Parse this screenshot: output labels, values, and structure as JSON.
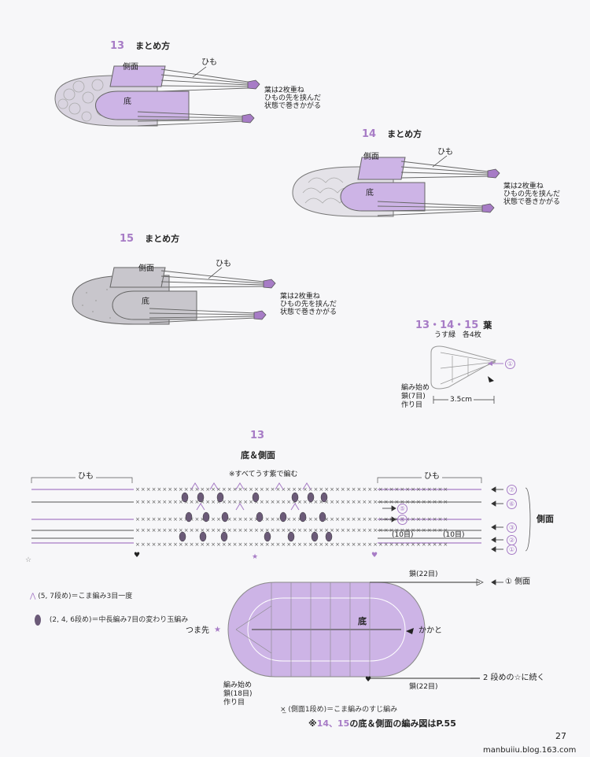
{
  "assembly": [
    {
      "num": "13",
      "title": "まとめ方",
      "side": "側面",
      "bottom": "底",
      "string": "ひも",
      "note": [
        "葉は2枚重ね",
        "ひもの先を挟んだ",
        "状態で巻きかがる"
      ]
    },
    {
      "num": "14",
      "title": "まとめ方",
      "side": "側面",
      "bottom": "底",
      "string": "ひも",
      "note": [
        "葉は2枚重ね",
        "ひもの先を挟んだ",
        "状態で巻きかがる"
      ]
    },
    {
      "num": "15",
      "title": "まとめ方",
      "side": "側面",
      "bottom": "底",
      "string": "ひも",
      "note": [
        "葉は2枚重ね",
        "ひもの先を挟んだ",
        "状態で巻きかがる"
      ]
    }
  ],
  "leaf": {
    "nums": "13・14・15",
    "title": "葉",
    "sub": "うす緑　各4枚",
    "start": [
      "編み始め",
      "鎖(7目)",
      "作り目"
    ],
    "width": "3.5cm",
    "row": "①"
  },
  "main": {
    "num": "13",
    "title": "底＆側面",
    "note": "※すべてうす紫で編む",
    "string_left": "ひも",
    "string_right": "ひも",
    "side_label": "側面",
    "rows_right": [
      "⑦",
      "⑥",
      "③",
      "②",
      "①"
    ],
    "rows_mid": [
      "⑤",
      "④"
    ],
    "ten_a": "(10目)",
    "ten_b": "(10目)",
    "chain22_top": "鎖(22目)",
    "chain22_bottom": "鎖(22目)",
    "bottom_label": "底",
    "side_row1": "① 側面",
    "toe": "つま先",
    "heel": "かかと",
    "continue": "2 段めの☆に続く",
    "start": [
      "編み始め",
      "鎖(18目)",
      "作り目"
    ]
  },
  "legend": [
    "(5, 7段め)＝こま編み3目一度",
    "(2, 4, 6段め)＝中長編み7目の変わり玉編み",
    "(側面1段め)＝こま編みのすじ編み"
  ],
  "reference": {
    "prefix": "※",
    "nums": "14、15",
    "text": "の底＆側面の編み図はP.55"
  },
  "page_number": "27",
  "watermark": "manbuiiu.blog.163.com",
  "colors": {
    "accent": "#a77cc6",
    "fill": "#cdb4e6",
    "gray": "#c8c6cc"
  }
}
